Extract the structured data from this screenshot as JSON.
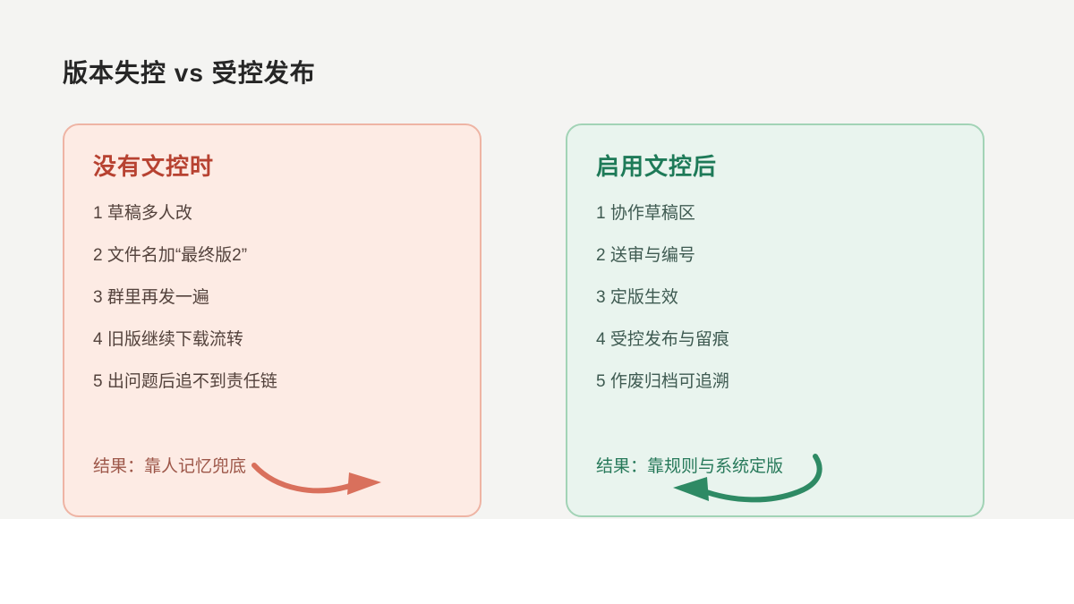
{
  "page": {
    "title": "版本失控 vs 受控发布"
  },
  "cards": {
    "left": {
      "title": "没有文控时",
      "items": [
        "1 草稿多人改",
        "2 文件名加“最终版2”",
        "3 群里再发一遍",
        "4 旧版继续下载流转",
        "5 出问题后追不到责任链"
      ],
      "result": "结果：靠人记忆兜底",
      "arrow_direction": "right"
    },
    "right": {
      "title": "启用文控后",
      "items": [
        "1 协作草稿区",
        "2 送审与编号",
        "3 定版生效",
        "4 受控发布与留痕",
        "5 作废归档可追溯"
      ],
      "result": "结果：靠规则与系统定版",
      "arrow_direction": "left"
    }
  },
  "colors": {
    "page_background": "#f4f4f2",
    "bottom_strip": "#ffffff",
    "title_text": "#262626",
    "left_card_bg": "#fdebe4",
    "left_card_border": "#eeb4a4",
    "left_accent": "#b74231",
    "left_text": "#53423c",
    "left_result": "#9d5749",
    "left_arrow": "#d9705c",
    "right_card_bg": "#e9f4ee",
    "right_card_border": "#a2d3b6",
    "right_accent": "#1e7a58",
    "right_text": "#3e5a51",
    "right_result": "#27795a",
    "right_arrow": "#2e8a64"
  }
}
